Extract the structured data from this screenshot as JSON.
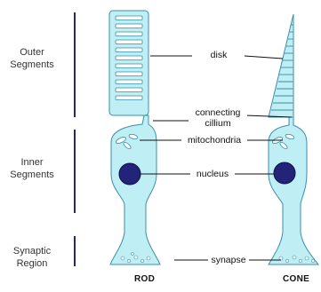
{
  "regions": {
    "outer": "Outer\nSegments",
    "inner": "Inner\nSegments",
    "synaptic": "Synaptic\nRegion"
  },
  "labels": {
    "disk": "disk",
    "connecting_cilium": "connecting\ncillium",
    "mitochondria": "mitochondria",
    "nucleus": "nucleus",
    "synapse": "synapse"
  },
  "cells": {
    "rod": "ROD",
    "cone": "CONE"
  },
  "colors": {
    "cell_fill": "#bfeef4",
    "cell_stroke": "#3a8fa8",
    "nucleus": "#23237a",
    "divider": "#1f2a6b"
  }
}
